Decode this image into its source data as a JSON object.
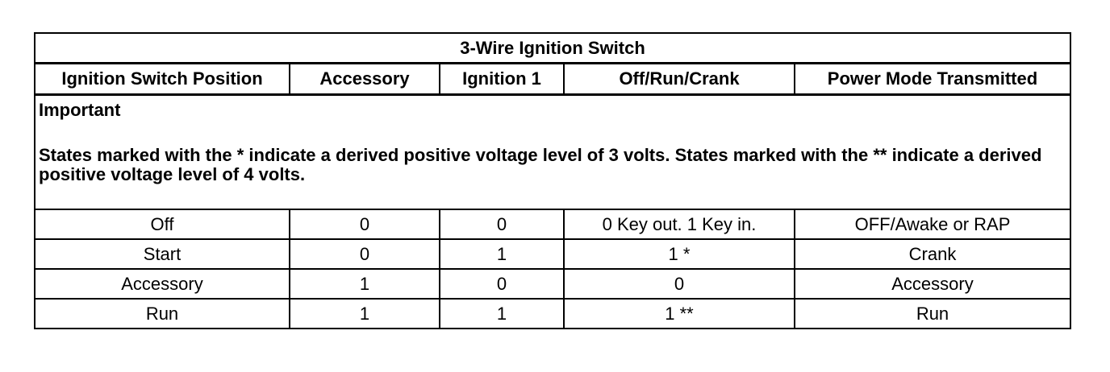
{
  "table": {
    "title": "3-Wire Ignition Switch",
    "headers": [
      "Ignition Switch Position",
      "Accessory",
      "Ignition 1",
      "Off/Run/Crank",
      "Power Mode Transmitted"
    ],
    "note": {
      "title": "Important",
      "text": "States marked with the * indicate a derived positive voltage level of 3 volts. States marked with the ** indicate a derived positive voltage level of 4 volts."
    },
    "rows": [
      [
        "Off",
        "0",
        "0",
        "0 Key out. 1 Key in.",
        "OFF/Awake or RAP"
      ],
      [
        "Start",
        "0",
        "1",
        "1 *",
        "Crank"
      ],
      [
        "Accessory",
        "1",
        "0",
        "0",
        "Accessory"
      ],
      [
        "Run",
        "1",
        "1",
        "1 **",
        "Run"
      ]
    ]
  }
}
